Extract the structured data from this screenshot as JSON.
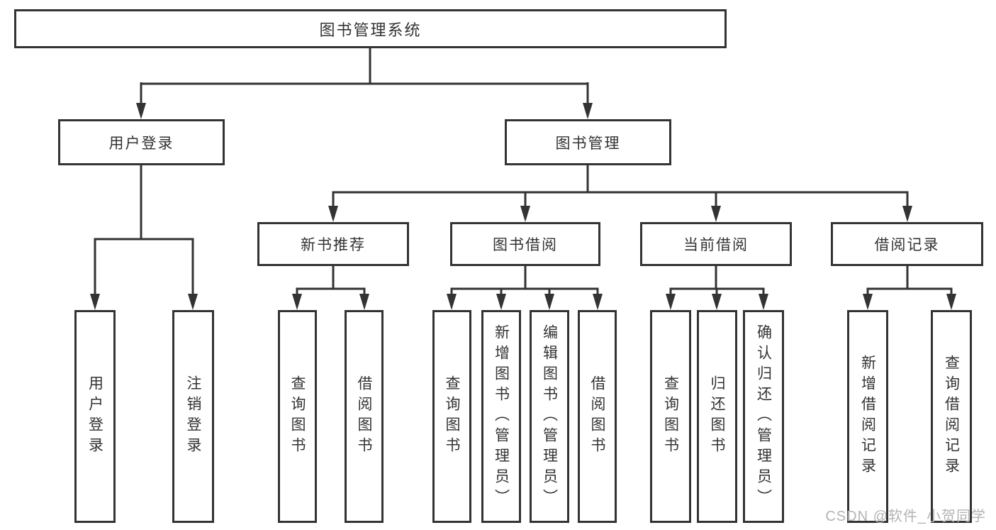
{
  "nodes": {
    "root": "图书管理系统",
    "user_login": "用户登录",
    "book_mgmt": "图书管理",
    "new_book_rec": "新书推荐",
    "book_borrow": "图书借阅",
    "current_borrow": "当前借阅",
    "borrow_record": "借阅记录",
    "ul_login": "用户登录",
    "ul_logout": "注销登录",
    "nbr_query": "查询图书",
    "nbr_borrow": "借阅图书",
    "bb_query": "查询图书",
    "bb_add": "新增图书（管理员）",
    "bb_edit": "编辑图书（管理员）",
    "bb_borrow": "借阅图书",
    "cb_query": "查询图书",
    "cb_return": "归还图书",
    "cb_confirm": "确认归还（管理员）",
    "br_add": "新增借阅记录",
    "br_query": "查询借阅记录"
  },
  "watermark": {
    "text": "CSDN @软件_小贺同学"
  },
  "colors": {
    "line": "#333333",
    "text": "#333333",
    "watermark": "#b3b3b3"
  }
}
